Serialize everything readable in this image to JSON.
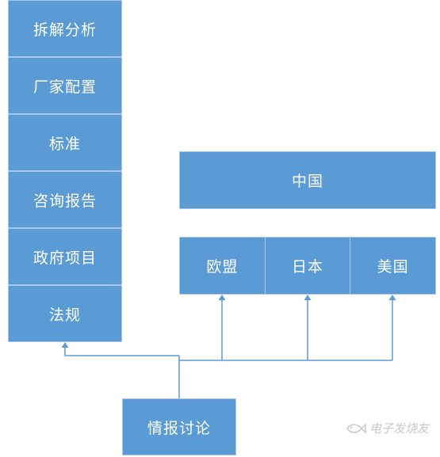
{
  "left_list": {
    "items": [
      "拆解分析",
      "厂家配置",
      "标准",
      "咨询报告",
      "政府项目",
      "法规"
    ]
  },
  "china_box": {
    "label": "中国"
  },
  "regions": {
    "items": [
      "欧盟",
      "日本",
      "美国"
    ]
  },
  "source_box": {
    "label": "情报讨论"
  },
  "watermark": {
    "text": "电子发烧友",
    "icon": "fish-logo-icon"
  },
  "colors": {
    "box_fill": "#5b9bd5",
    "box_border": "#a9c8ea",
    "connector": "#5b9bd5",
    "text": "#ffffff"
  }
}
